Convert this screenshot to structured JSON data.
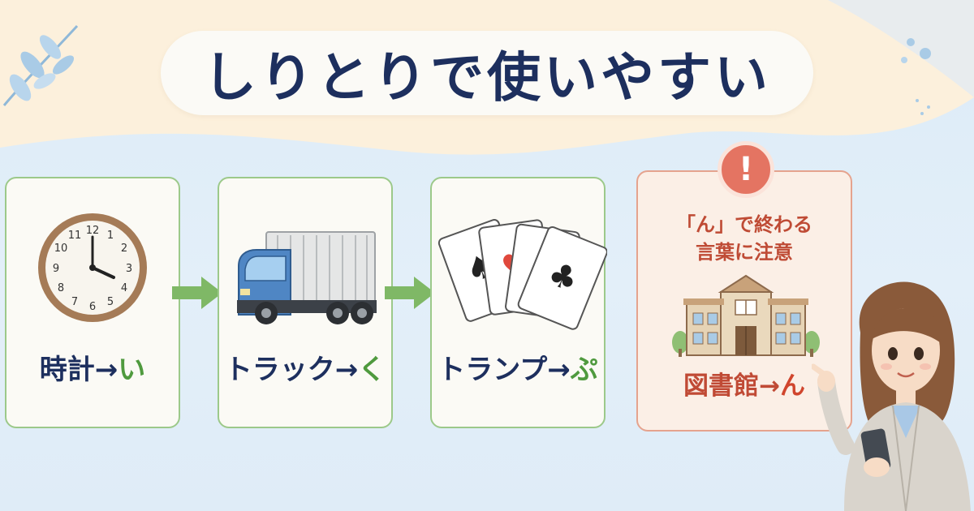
{
  "title": "しりとりで使いやすい",
  "cards": [
    {
      "word": "時計",
      "arrow": "→",
      "end": "い",
      "icon": "clock-icon"
    },
    {
      "word": "トラック",
      "arrow": "→",
      "end": "く",
      "icon": "truck-icon"
    },
    {
      "word": "トランプ",
      "arrow": "→",
      "end": "ぷ",
      "icon": "playing-cards-icon"
    }
  ],
  "warning": {
    "badge": "!",
    "line1": "「ん」で終わる",
    "line2": "言葉に注意",
    "word": "図書館",
    "arrow": "→",
    "end": "ん",
    "icon": "library-building-icon"
  },
  "clock_numbers": [
    "12",
    "1",
    "2",
    "3",
    "4",
    "5",
    "6",
    "7",
    "8",
    "9",
    "10",
    "11"
  ],
  "colors": {
    "title": "#1d2f5e",
    "accent_green": "#4f9a3e",
    "card_border": "#9cc98a",
    "warning_red": "#c04a35",
    "warning_badge": "#e47462"
  }
}
